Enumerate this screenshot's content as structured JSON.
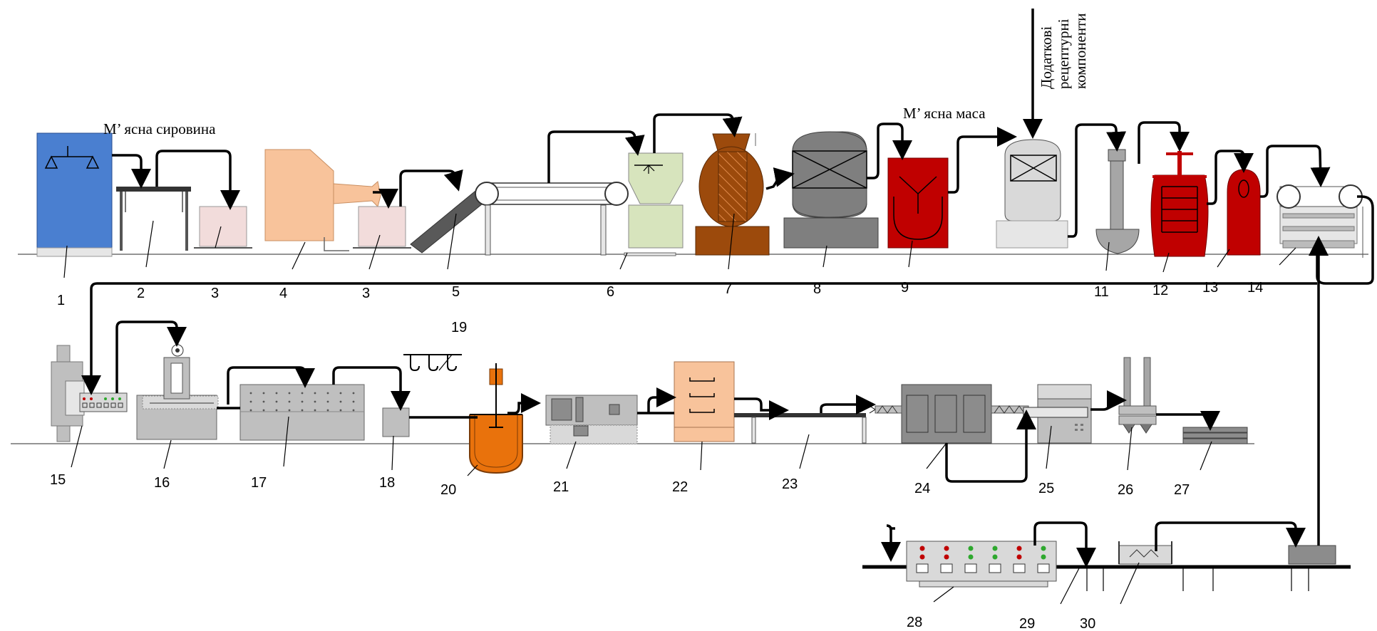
{
  "labels": {
    "raw_meat": "М’ ясна сировина",
    "meat_mass": "М’ ясна маса",
    "extra_line1": "Додаткові",
    "extra_line2": "рецептурні",
    "extra_line3": "компоненти"
  },
  "numbers": {
    "n1": "1",
    "n2": "2",
    "n3a": "3",
    "n4": "4",
    "n3b": "3",
    "n5": "5",
    "n6": "6",
    "n7": "7",
    "n8": "8",
    "n9": "9",
    "n11": "11",
    "n12": "12",
    "n13": "13",
    "n14": "14",
    "n15": "15",
    "n16": "16",
    "n17": "17",
    "n18": "18",
    "n19": "19",
    "n20": "20",
    "n21": "21",
    "n22": "22",
    "n23": "23",
    "n24": "24",
    "n25": "25",
    "n26": "26",
    "n27": "27",
    "n28": "28",
    "n29": "29",
    "n30": "30"
  },
  "colors": {
    "blue": "#4a7fd0",
    "peach": "#f8c39b",
    "pink": "#f2dcdb",
    "green": "#d7e4bd",
    "brown": "#9c4a0c",
    "gray": "#8c8c8c",
    "lightgray": "#d9d9d9",
    "red": "#c00000",
    "orange": "#e9720c"
  }
}
